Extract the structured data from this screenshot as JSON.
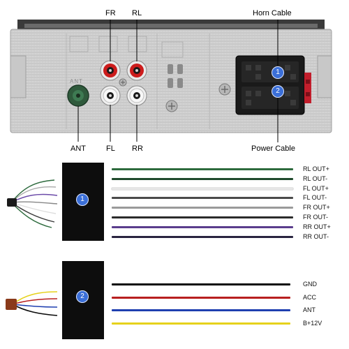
{
  "panel": {
    "labels": {
      "fr": "FR",
      "rl": "RL",
      "ant": "ANT",
      "fl": "FL",
      "rr": "RR",
      "embossed_ant": "ANT"
    },
    "callouts": {
      "horn": "Horn Cable",
      "power": "Power Cable"
    },
    "connector_badges": [
      "1",
      "2"
    ]
  },
  "harness1": {
    "badge": "1",
    "wires": [
      {
        "label": "RL OUT+",
        "color": "#2e6b3e"
      },
      {
        "label": "RL OUT-",
        "color": "#1f4a2c"
      },
      {
        "label": "FL OUT+",
        "color": "#e6e6e6"
      },
      {
        "label": "FL OUT-",
        "color": "#4a4a4a"
      },
      {
        "label": "FR OUT+",
        "color": "#9a9a9a"
      },
      {
        "label": "FR OUT-",
        "color": "#2b2b2b"
      },
      {
        "label": "RR OUT+",
        "color": "#5a3d8c"
      },
      {
        "label": "RR OUT-",
        "color": "#2a2540"
      }
    ]
  },
  "harness2": {
    "badge": "2",
    "wires": [
      {
        "label": "GND",
        "color": "#0a0a0a"
      },
      {
        "label": "ACC",
        "color": "#b81f1f"
      },
      {
        "label": "ANT",
        "color": "#1f3fb0"
      },
      {
        "label": "B+12V",
        "color": "#e6d21c"
      }
    ]
  }
}
